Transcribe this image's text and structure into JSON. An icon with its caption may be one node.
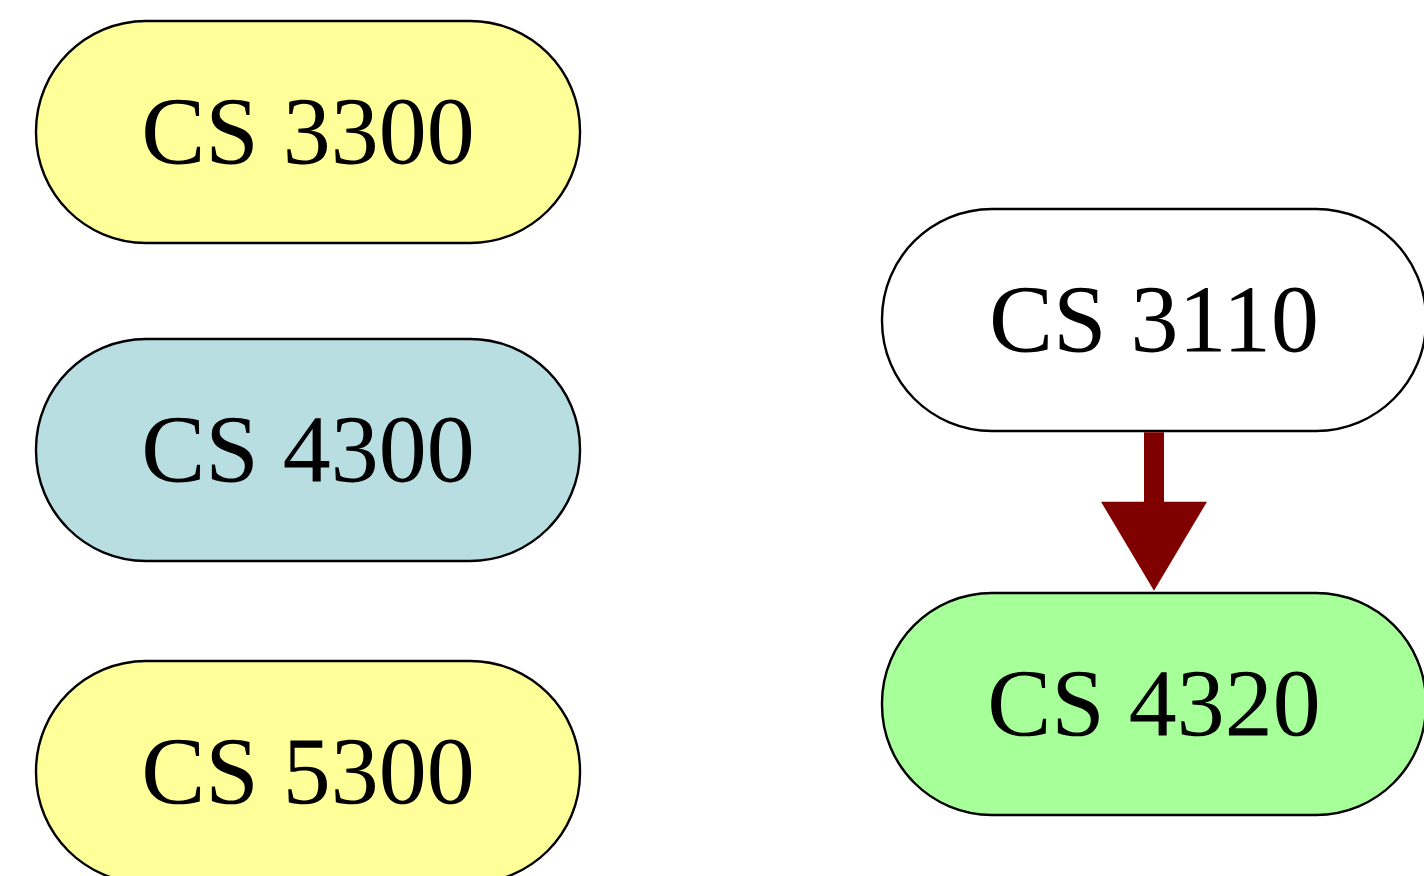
{
  "diagram": {
    "nodes": [
      {
        "text": [
          "CS 3300"
        ]
      },
      {
        "text": [
          "CS 4300"
        ]
      },
      {
        "text": [
          "CS 5300"
        ]
      },
      {
        "text": [
          "CS 3110"
        ]
      },
      {
        "text": [
          "CS 4320"
        ]
      }
    ],
    "edges": [
      {
        "from": 3,
        "to": 4,
        "arrow": "to"
      }
    ]
  }
}
